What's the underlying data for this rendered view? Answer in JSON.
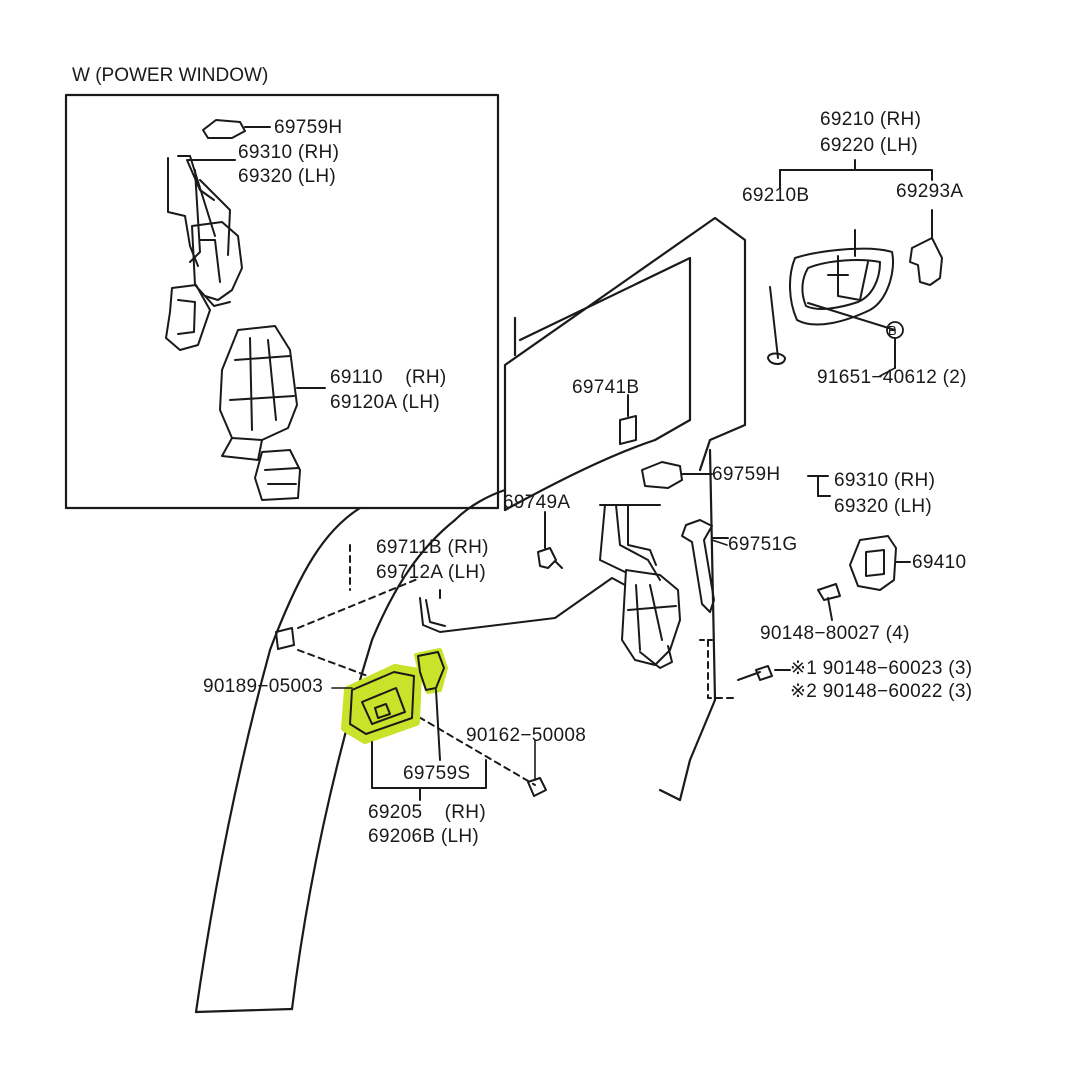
{
  "inset": {
    "title": "W (POWER WINDOW)",
    "labels": {
      "p69759H": "69759H",
      "p69310": "69310 (RH)",
      "p69320": "69320 (LH)",
      "p69110": "69110    (RH)",
      "p69120A": "69120A (LH)"
    }
  },
  "main": {
    "labels": {
      "p69210": "69210 (RH)",
      "p69220": "69220 (LH)",
      "p69210B": "69210B",
      "p69293A": "69293A",
      "p91651": "91651−40612 (2)",
      "b_marker": "B",
      "p69741B": "69741B",
      "p69759H": "69759H",
      "p69310": "69310 (RH)",
      "p69320": "69320 (LH)",
      "p69749A": "69749A",
      "p69751G": "69751G",
      "p69410": "69410",
      "p69711B": "69711B (RH)",
      "p69712A": "69712A (LH)",
      "p90148_80027": "90148−80027 (4)",
      "p90148_60023": "※1 90148−60023 (3)",
      "p90148_60022": "※2 90148−60022 (3)",
      "p90189": "90189−05003",
      "p90162": "90162−50008",
      "p69759S": "69759S",
      "p69205": "69205    (RH)",
      "p69206B": "69206B (LH)"
    }
  },
  "colors": {
    "line": "#1a1a1a",
    "highlight": "#c8e32a",
    "background": "#ffffff"
  }
}
